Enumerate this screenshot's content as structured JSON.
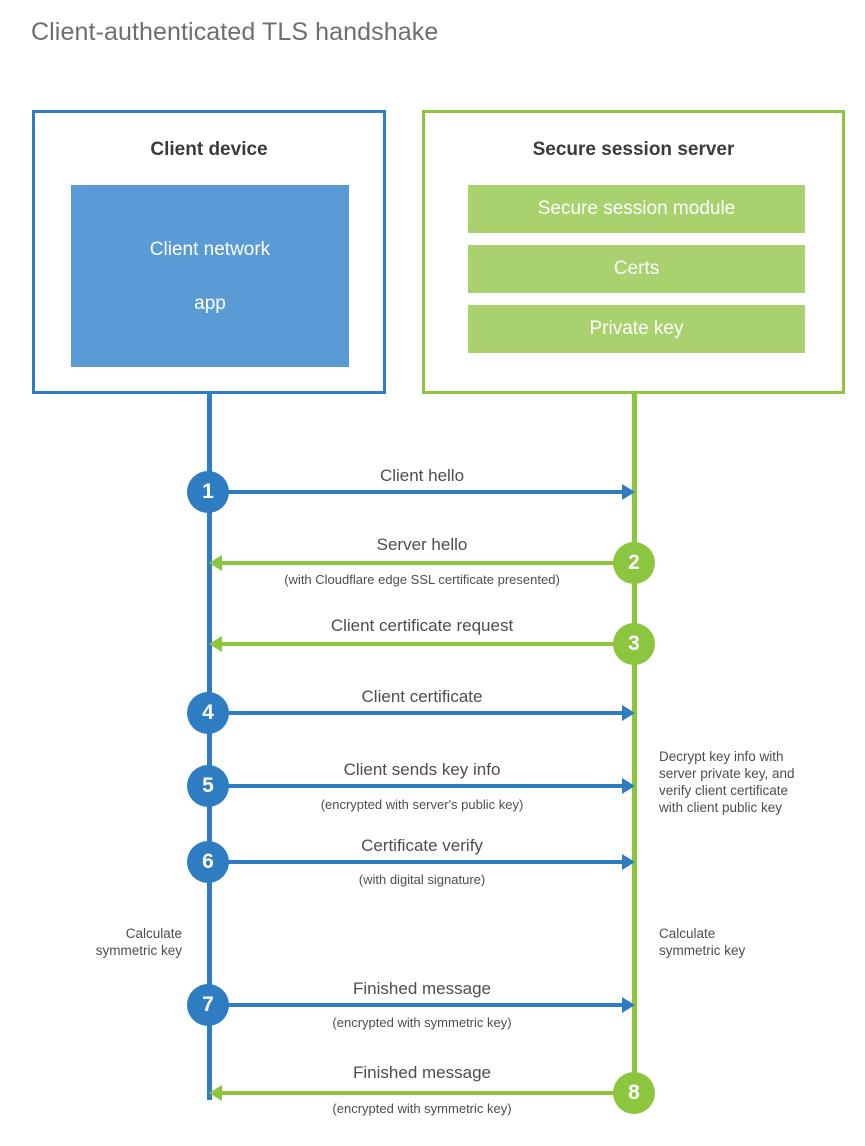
{
  "title": "Client-authenticated TLS handshake",
  "colors": {
    "client_blue": "#2e7cc2",
    "client_app_fill": "#5b9bd5",
    "server_green": "#8cc63f",
    "server_bar_fill": "#a9d26e",
    "text_gray": "#4d4d4d",
    "title_gray": "#6d6e71"
  },
  "client": {
    "title": "Client device",
    "app_line1": "Client network",
    "app_line2": "app"
  },
  "server": {
    "title": "Secure session server",
    "bars": [
      {
        "label": "Secure session module"
      },
      {
        "label": "Certs"
      },
      {
        "label": "Private key"
      }
    ]
  },
  "steps": [
    {
      "number": "1",
      "label": "Client hello",
      "sub": "",
      "direction": "client-to-server",
      "color": "blue"
    },
    {
      "number": "2",
      "label": "Server hello",
      "sub": "(with Cloudflare edge SSL certificate presented)",
      "direction": "server-to-client",
      "color": "green"
    },
    {
      "number": "3",
      "label": "Client certificate request",
      "sub": "",
      "direction": "server-to-client",
      "color": "green"
    },
    {
      "number": "4",
      "label": "Client certificate",
      "sub": "",
      "direction": "client-to-server",
      "color": "blue"
    },
    {
      "number": "5",
      "label": "Client sends key info",
      "sub": "(encrypted with server's public key)",
      "direction": "client-to-server",
      "color": "blue"
    },
    {
      "number": "6",
      "label": "Certificate verify",
      "sub": "(with digital signature)",
      "direction": "client-to-server",
      "color": "blue"
    },
    {
      "number": "7",
      "label": "Finished message",
      "sub": "(encrypted with symmetric key)",
      "direction": "client-to-server",
      "color": "blue"
    },
    {
      "number": "8",
      "label": "Finished message",
      "sub": "(encrypted with symmetric key)",
      "direction": "server-to-client",
      "color": "green"
    }
  ],
  "notes": {
    "server_decrypt": "Decrypt key info with server private key, and verify client certificate with client public key",
    "server_decrypt_lines": [
      "Decrypt key info with",
      "server private key, and",
      "verify client certificate",
      "with client public key"
    ],
    "client_calc_lines": [
      "Calculate",
      "symmetric key"
    ],
    "server_calc_lines": [
      "Calculate",
      "symmetric key"
    ]
  }
}
